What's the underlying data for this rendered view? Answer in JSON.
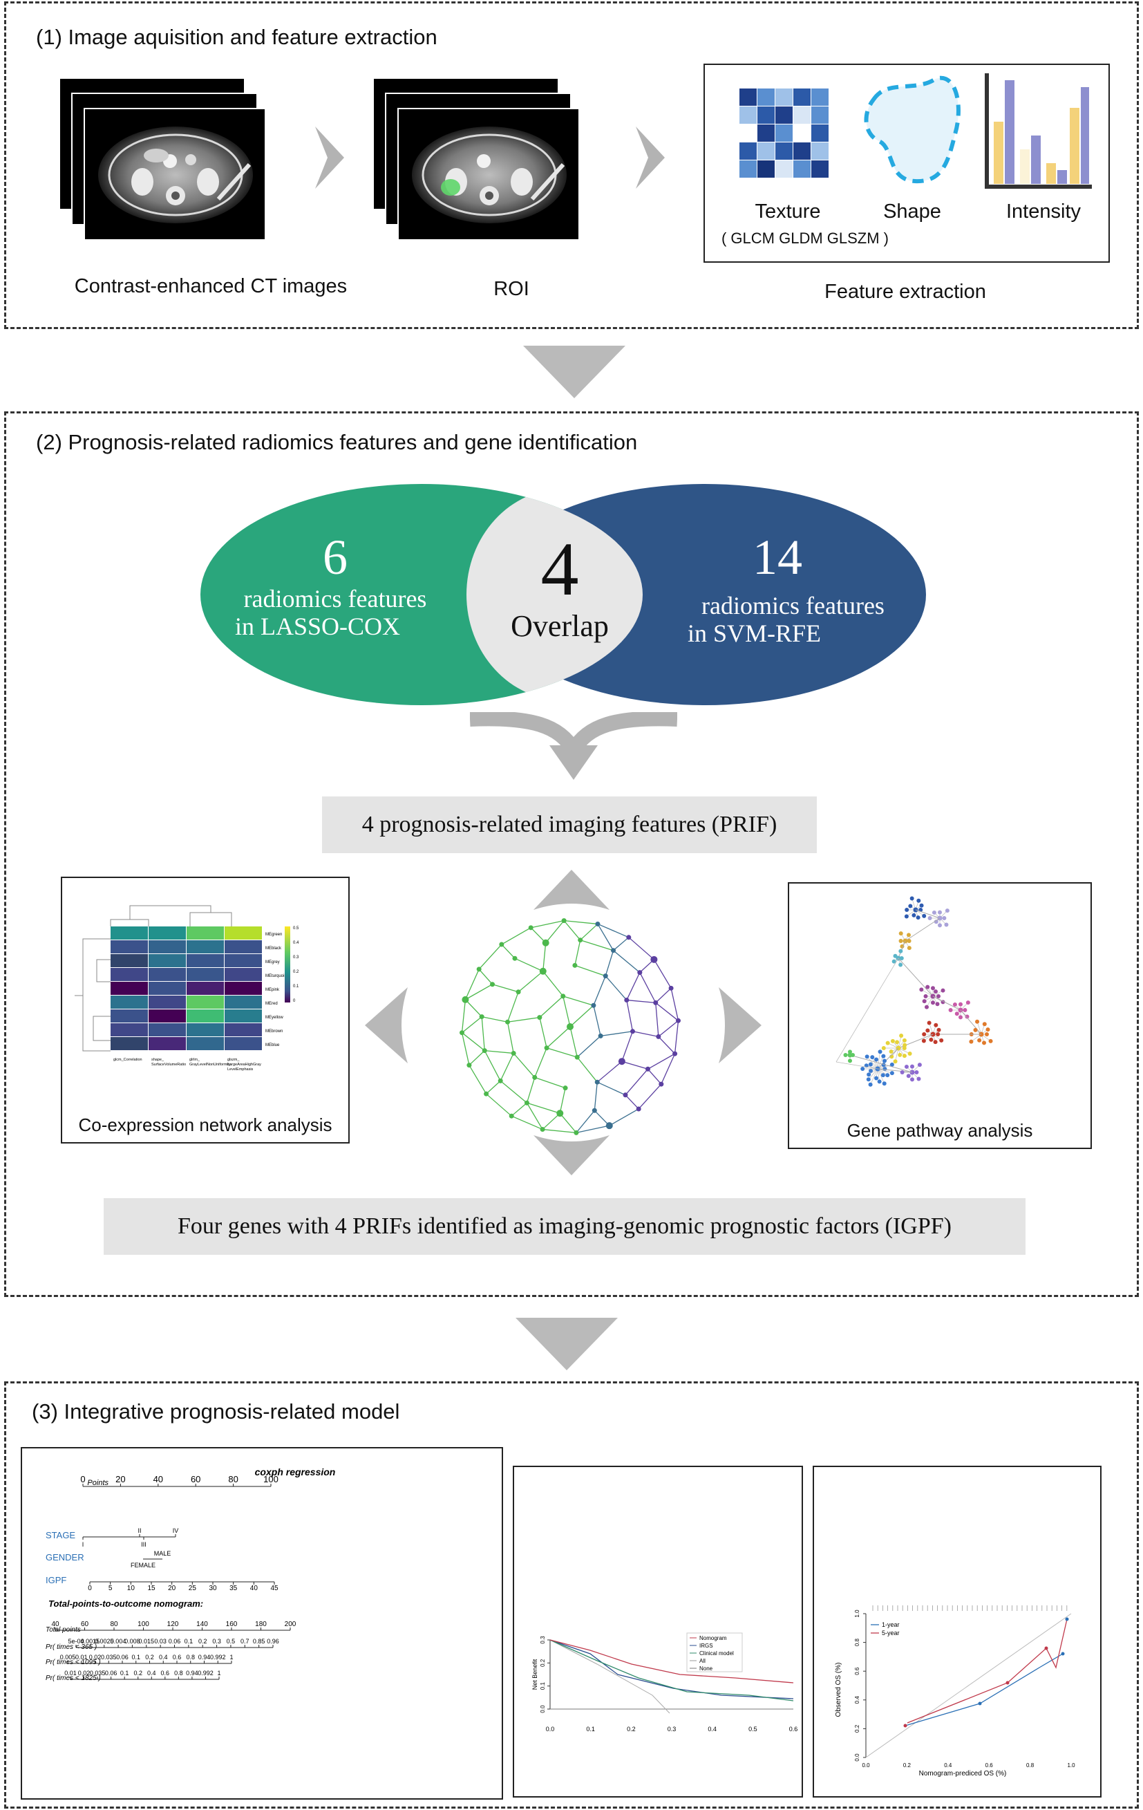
{
  "panel1": {
    "title": "(1) Image aquisition and feature extraction",
    "ct_label": "Contrast-enhanced CT images",
    "roi_label": "ROI",
    "feature_label": "Feature extraction",
    "feature_items": [
      {
        "label": "Texture"
      },
      {
        "label": "Shape"
      },
      {
        "label": "Intensity"
      }
    ],
    "texture_sub": "( GLCM GLDM GLSZM )"
  },
  "panel2": {
    "title": "(2) Prognosis-related radiomics features and gene identification",
    "venn": {
      "left_number": "6",
      "left_line1": "radiomics features",
      "left_line2": "in LASSO-COX",
      "overlap_number": "4",
      "overlap_label": "Overlap",
      "right_number": "14",
      "right_line1": "radiomics features",
      "right_line2": "in SVM-RFE",
      "left_color": "#2aa67c",
      "right_color": "#2f5587",
      "overlap_color": "#e7e7e7"
    },
    "prif_label": "4 prognosis-related imaging features (PRIF)",
    "coexp_label": "Co-expression network analysis",
    "heatmap_rows": [
      "MEgreen",
      "MEblack",
      "MEgrey",
      "MEturquoise",
      "MEpink",
      "MEred",
      "MEyellow",
      "MEbrown",
      "MEblue"
    ],
    "heatmap_cols": [
      "glcm_Correlation",
      "shape_ SurfaceVolumeRatio",
      "glrlm_ GrayLevelNonUniformity",
      "glszm_ LargeAreaHighGray LevelEmphasis"
    ],
    "heatmap_scale": [
      "0.5",
      "0.4",
      "0.3",
      "0.2",
      "0.1",
      "0"
    ],
    "pathway_label": "Gene pathway analysis",
    "igpf_label": "Four genes with 4 PRIFs identified as imaging-genomic prognostic factors (IGPF)"
  },
  "panel3": {
    "title": "(3) Integrative prognosis-related model",
    "nomogram": {
      "title": "coxph regression",
      "points_label": "Points",
      "points_ticks": [
        "0",
        "20",
        "40",
        "60",
        "80",
        "100"
      ],
      "stage_label": "STAGE",
      "stage_ticks": [
        "I",
        "II",
        "III",
        "IV"
      ],
      "gender_label": "GENDER",
      "gender_ticks": [
        "FEMALE",
        "MALE"
      ],
      "igpf_label": "IGPF",
      "igpf_ticks": [
        "0",
        "5",
        "10",
        "15",
        "20",
        "25",
        "30",
        "35",
        "40",
        "45"
      ],
      "total_title": "Total-points-to-outcome nomogram:",
      "total_label": "Total points",
      "total_ticks": [
        "40",
        "60",
        "80",
        "100",
        "120",
        "140",
        "160",
        "180",
        "200"
      ],
      "pr365_label": "Pr( times < 365 )",
      "pr365_ticks": [
        "5e-04",
        "0.0015",
        "0.0025",
        "0.004",
        "0.008",
        "0.015",
        "0.03",
        "0.06",
        "0.1",
        "0.2",
        "0.3",
        "0.5",
        "0.7",
        "0.85",
        "0.96"
      ],
      "pr1095_label": "Pr( times < 1095 )",
      "pr1095_ticks": [
        "0.005",
        "0.01",
        "0.02",
        "0.035",
        "0.06",
        "0.1",
        "0.2",
        "0.4",
        "0.6",
        "0.8",
        "0.94",
        "0.992",
        "1"
      ],
      "pr1825_label": "Pr( times < 1825 )",
      "pr1825_ticks": [
        "0.01",
        "0.02",
        "0.035",
        "0.06",
        "0.1",
        "0.2",
        "0.4",
        "0.6",
        "0.8",
        "0.94",
        "0.992",
        "1"
      ]
    },
    "dca": {
      "ylabel": "Net Benefit",
      "yticks": [
        "0.0",
        "0.1",
        "0.2",
        "0.3"
      ],
      "xticks": [
        "0.0",
        "0.1",
        "0.2",
        "0.3",
        "0.4",
        "0.5",
        "0.6"
      ],
      "legend": [
        {
          "name": "Nomogram",
          "color": "#c0394b"
        },
        {
          "name": "IRGS",
          "color": "#2a4d8f"
        },
        {
          "name": "Clinical model",
          "color": "#2f8a6a"
        },
        {
          "name": "All",
          "color": "#999999"
        },
        {
          "name": "None",
          "color": "#777777"
        }
      ]
    },
    "calibration": {
      "ylabel": "Observed OS (%)",
      "xlabel": "Nomogram-prediced OS (%)",
      "ticks": [
        "0.0",
        "0.2",
        "0.4",
        "0.6",
        "0.8",
        "1.0"
      ],
      "legend": [
        {
          "name": "1-year",
          "color": "#2a6fb5"
        },
        {
          "name": "5-year",
          "color": "#c0394b"
        }
      ]
    }
  }
}
